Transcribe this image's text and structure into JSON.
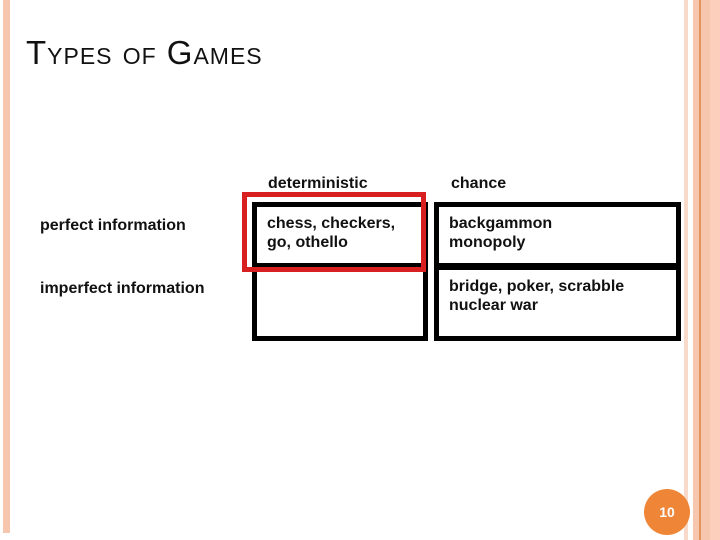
{
  "slide": {
    "title": "Types of Games",
    "page_number": "10"
  },
  "table": {
    "col_headers": [
      {
        "label": "deterministic"
      },
      {
        "label": "chance"
      }
    ],
    "row_headers": [
      {
        "label": "perfect information"
      },
      {
        "label": "imperfect information"
      }
    ],
    "cells": {
      "perfect_deterministic": "chess, checkers,\ngo, othello",
      "perfect_chance": "backgammon\nmonopoly",
      "imperfect_deterministic": "",
      "imperfect_chance": "bridge, poker, scrabble\nnuclear war"
    },
    "highlight": {
      "target": "perfect_deterministic"
    }
  },
  "colors": {
    "highlight_red": "#d92020",
    "circle_orange": "#ef8637",
    "stripe_peach": "#f7c6ae",
    "stripe_light": "#f9d9c9",
    "stripe_dark": "#e2945c",
    "stripe_band": "#fbcfbc",
    "ink": "#111111"
  }
}
